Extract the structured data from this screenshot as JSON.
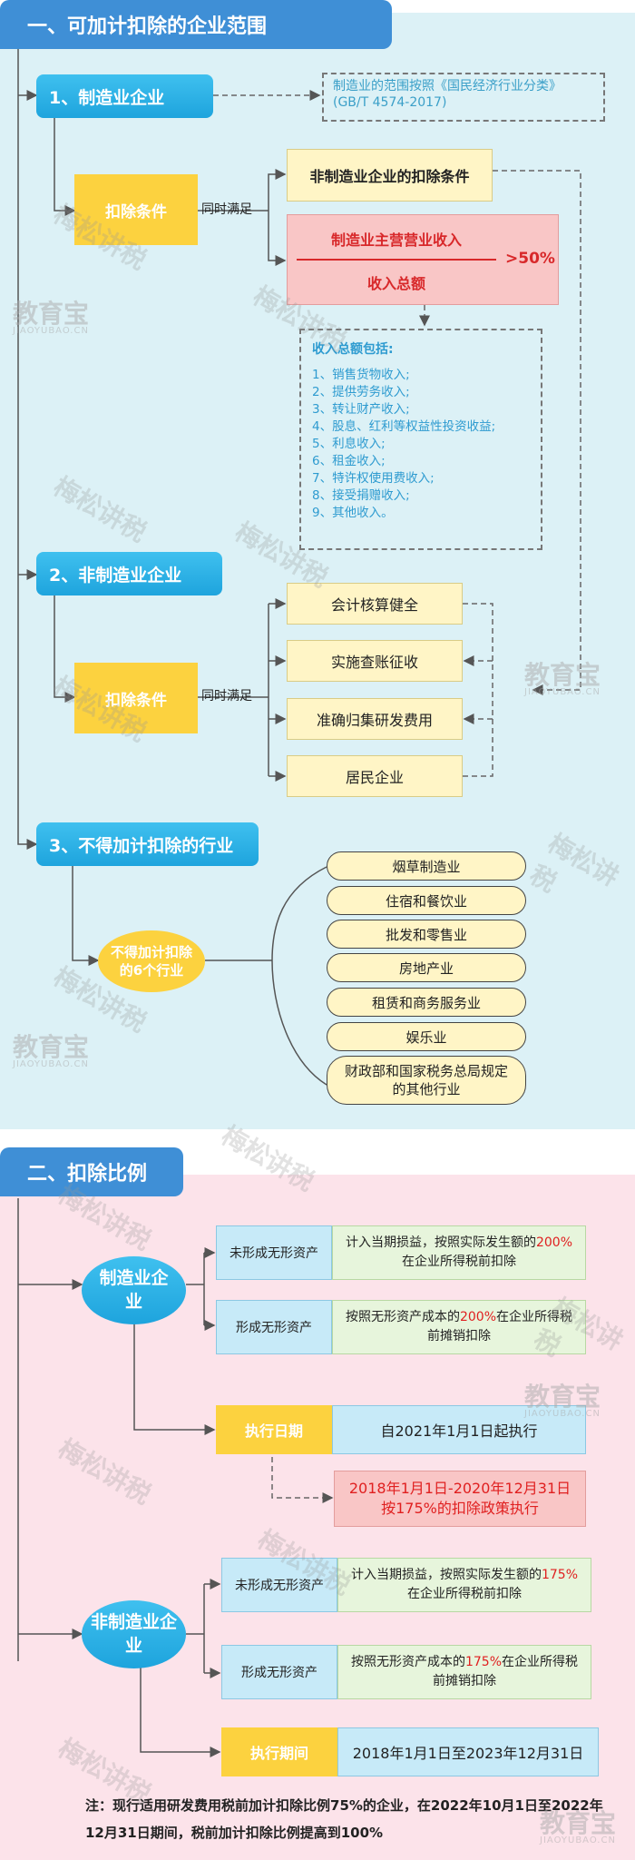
{
  "section1": {
    "title": "一、可加计扣除的企业范围",
    "mfg": {
      "label": "1、制造业企业",
      "scope_note": "制造业的范围按照《国民经济行业分类》(GB/T 4574-2017)",
      "deduct_cond": "扣除条件",
      "simul": "同时满足",
      "nonmfg_cond": "非制造业企业的扣除条件",
      "ratio_num": "制造业主营营业收入",
      "ratio_den": "收入总额",
      "ratio_thresh": ">50%",
      "income_title": "收入总额包括:",
      "income_items": [
        "1、销售货物收入;",
        "2、提供劳务收入;",
        "3、转让财产收入;",
        "4、股息、红利等权益性投资收益;",
        "5、利息收入;",
        "6、租金收入;",
        "7、特许权使用费收入;",
        "8、接受捐赠收入;",
        "9、其他收入。"
      ]
    },
    "nonmfg": {
      "label": "2、非制造业企业",
      "deduct_cond": "扣除条件",
      "simul": "同时满足",
      "conditions": [
        "会计核算健全",
        "实施查账征收",
        "准确归集研发费用",
        "居民企业"
      ]
    },
    "excluded": {
      "label": "3、不得加计扣除的行业",
      "group_label": "不得加计扣除的6个行业",
      "industries": [
        "烟草制造业",
        "住宿和餐饮业",
        "批发和零售业",
        "房地产业",
        "租赁和商务服务业",
        "娱乐业",
        "财政部和国家税务总局规定的其他行业"
      ]
    }
  },
  "section2": {
    "title": "二、扣除比例",
    "mfg": {
      "label": "制造业企业",
      "no_intangible": "未形成无形资产",
      "no_intangible_desc_a": "计入当期损益，按照实际发生额的",
      "no_intangible_pct": "200%",
      "no_intangible_desc_b": "在企业所得税前扣除",
      "intangible": "形成无形资产",
      "intangible_desc_a": "按照无形资产成本的",
      "intangible_pct": "200%",
      "intangible_desc_b": "在企业所得税前摊销扣除",
      "exec_label": "执行日期",
      "exec_value": "自2021年1月1日起执行",
      "prior_line1": "2018年1月1日-2020年12月31日",
      "prior_line2": "按175%的扣除政策执行"
    },
    "nonmfg": {
      "label": "非制造业企业",
      "no_intangible": "未形成无形资产",
      "no_intangible_desc_a": "计入当期损益，按照实际发生额的",
      "no_intangible_pct": "175%",
      "no_intangible_desc_b": "在企业所得税前扣除",
      "intangible": "形成无形资产",
      "intangible_desc_a": "按照无形资产成本的",
      "intangible_pct": "175%",
      "intangible_desc_b": "在企业所得税前摊销扣除",
      "exec_label": "执行期间",
      "exec_value": "2018年1月1日至2023年12月31日"
    },
    "note": "注：现行适用研发费用税前加计扣除比例75%的企业，在2022年10月1日至2022年12月31日期间，税前加计扣除比例提高到100%"
  },
  "watermarks": {
    "stamp": "梅松讲税",
    "logo": "教育宝",
    "logo_sub": "JIAOYUBAO.CN"
  },
  "colors": {
    "tab_blue": "#3f8fd6",
    "button_blue": "#1ea4dd",
    "yellow": "#fcd23f",
    "red_text": "#e02020",
    "section1_bg": "#dcf1f6",
    "section2_bg": "#fce3ea"
  }
}
